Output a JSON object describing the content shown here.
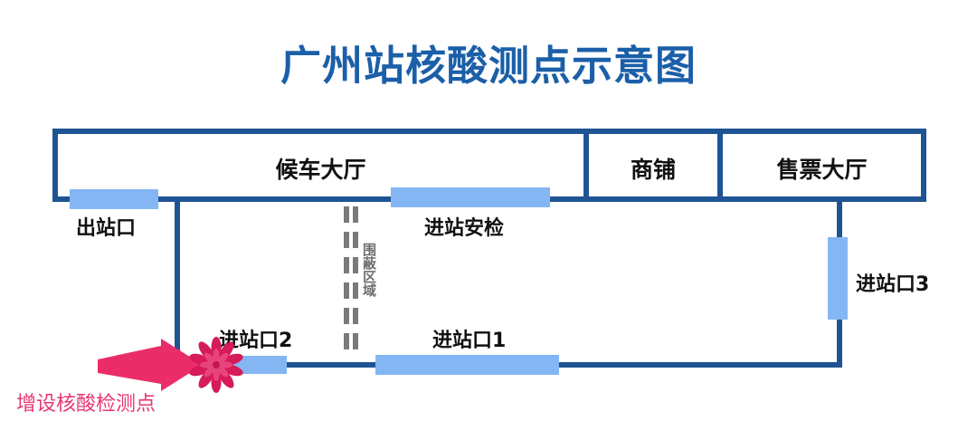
{
  "page": {
    "title": "广州站核酸测点示意图",
    "title_color": "#1B5FA8",
    "background": "#ffffff"
  },
  "palette": {
    "line_blue": "#1F5494",
    "bar_blue": "#84B6F4",
    "dash_gray": "#7A7A7A",
    "vertical_text_gray": "#6E6E6E",
    "pink_accent": "#E8376F",
    "flower_crimson": "#D61B58",
    "label_black": "#111111"
  },
  "rooms": [
    {
      "id": "waiting-hall",
      "label": "候车大厅"
    },
    {
      "id": "shop",
      "label": "商铺"
    },
    {
      "id": "ticket-hall",
      "label": "售票大厅"
    }
  ],
  "gates": [
    {
      "id": "exit",
      "label": "出站口",
      "orientation": "horizontal"
    },
    {
      "id": "security-check",
      "label": "进站安检",
      "orientation": "horizontal"
    },
    {
      "id": "entrance-1",
      "label": "进站口1",
      "orientation": "horizontal"
    },
    {
      "id": "entrance-2",
      "label": "进站口2",
      "orientation": "horizontal"
    },
    {
      "id": "entrance-3",
      "label": "进站口3",
      "orientation": "vertical"
    }
  ],
  "enclosure": {
    "label": "围蔽区域",
    "style": "dashed"
  },
  "annotation": {
    "label": "增设核酸检测点",
    "marker": "flower-burst-icon",
    "arrow": "arrow-right-icon",
    "color": "#E8376F"
  }
}
